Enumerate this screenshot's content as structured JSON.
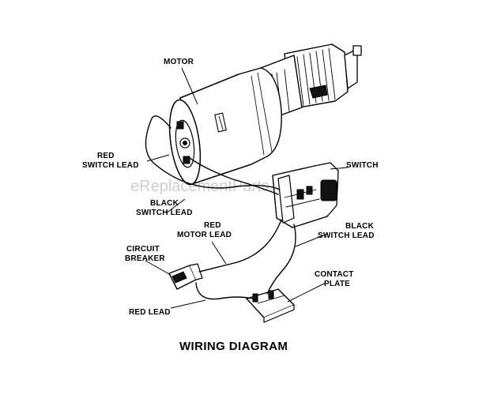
{
  "title": "WIRING DIAGRAM",
  "watermark": "eReplacementParts.com",
  "labels": {
    "motor": "MOTOR",
    "red_switch_lead": [
      "RED",
      "SWITCH LEAD"
    ],
    "black_switch_lead_left": [
      "BLACK",
      "SWITCH LEAD"
    ],
    "switch": "SWITCH",
    "red_motor_lead": [
      "RED",
      "MOTOR LEAD"
    ],
    "black_switch_lead_right": [
      "BLACK",
      "SWITCH LEAD"
    ],
    "circuit_breaker": [
      "CIRCUIT",
      "BREAKER"
    ],
    "contact_plate": [
      "CONTACT",
      "PLATE"
    ],
    "red_lead": "RED LEAD"
  },
  "colors": {
    "ink": "#000000",
    "background": "#ffffff",
    "watermark": "#cfcfcf"
  }
}
